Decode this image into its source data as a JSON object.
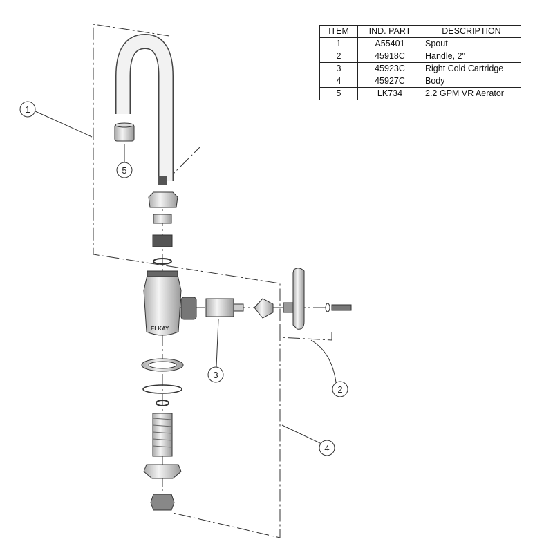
{
  "parts_table": {
    "headers": [
      "ITEM",
      "IND. PART",
      "DESCRIPTION"
    ],
    "rows": [
      {
        "item": "1",
        "part": "A55401",
        "description": "Spout"
      },
      {
        "item": "2",
        "part": "45918C",
        "description": "Handle, 2\""
      },
      {
        "item": "3",
        "part": "45923C",
        "description": "Right Cold Cartridge"
      },
      {
        "item": "4",
        "part": "45927C",
        "description": "Body"
      },
      {
        "item": "5",
        "part": "LK734",
        "description": "2.2 GPM VR Aerator"
      }
    ]
  },
  "callouts": [
    "1",
    "2",
    "3",
    "4",
    "5"
  ],
  "body_logo": "ELKAY"
}
